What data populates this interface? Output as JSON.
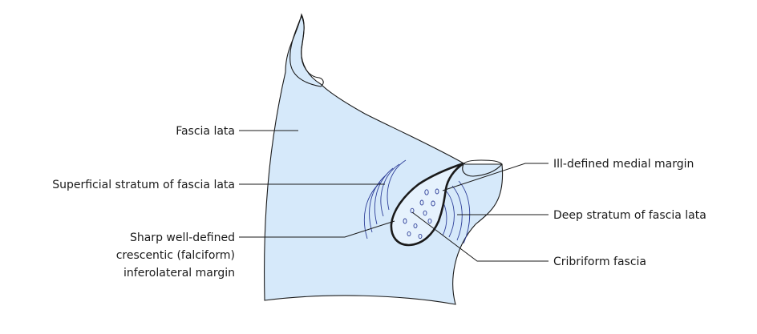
{
  "labels": {
    "fascia_lata": "Fascia lata",
    "superficial_stratum": "Superficial stratum of fascia lata",
    "sharp_margin_line1": "Sharp well-defined",
    "sharp_margin_line2": "crescentic (falciform)",
    "sharp_margin_line3": "inferolateral margin",
    "medial_margin": "Ill-defined medial margin",
    "deep_stratum": "Deep stratum of fascia lata",
    "cribriform_fascia": "Cribriform fascia"
  },
  "colors": {
    "sheet_fill": "#d6e9fa",
    "ripple_stroke": "#2e3f99",
    "outline": "#1a1a1a"
  }
}
